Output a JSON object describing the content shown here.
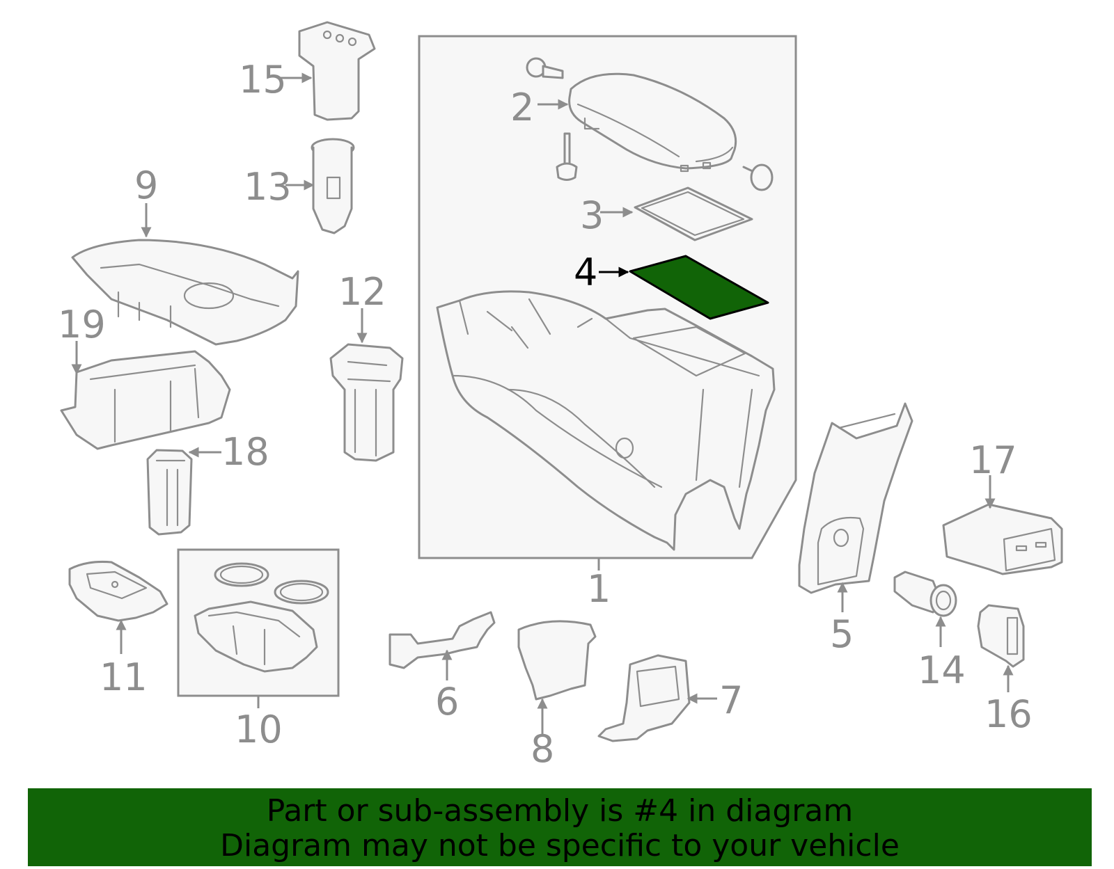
{
  "callouts": {
    "c1": "1",
    "c2": "2",
    "c3": "3",
    "c4": "4",
    "c5": "5",
    "c6": "6",
    "c7": "7",
    "c8": "8",
    "c9": "9",
    "c10": "10",
    "c11": "11",
    "c12": "12",
    "c13": "13",
    "c14": "14",
    "c15": "15",
    "c16": "16",
    "c17": "17",
    "c18": "18",
    "c19": "19"
  },
  "highlighted_part": "4",
  "colors": {
    "highlight": "#116407",
    "line": "#8d8d8d",
    "banner": "#116407"
  },
  "banner": {
    "line1": "Part or sub-assembly is #4 in diagram",
    "line2": "Diagram may not be specific to your vehicle"
  }
}
